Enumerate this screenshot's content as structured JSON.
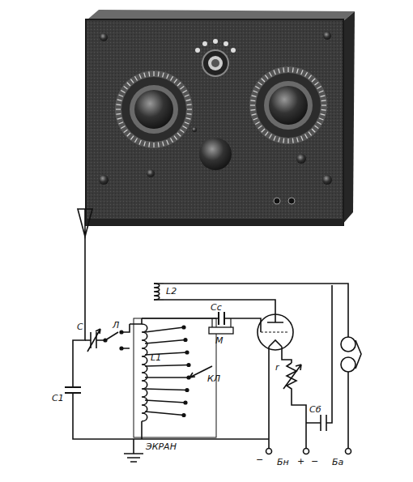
{
  "diagram": {
    "labels": [
      "Л",
      "С",
      "С1",
      "L1",
      "Сс",
      "М",
      "L2",
      "КЛ",
      "r",
      "Сб",
      "ЭКРАН",
      "−",
      "Бн",
      "+",
      "−",
      "Ба"
    ]
  }
}
